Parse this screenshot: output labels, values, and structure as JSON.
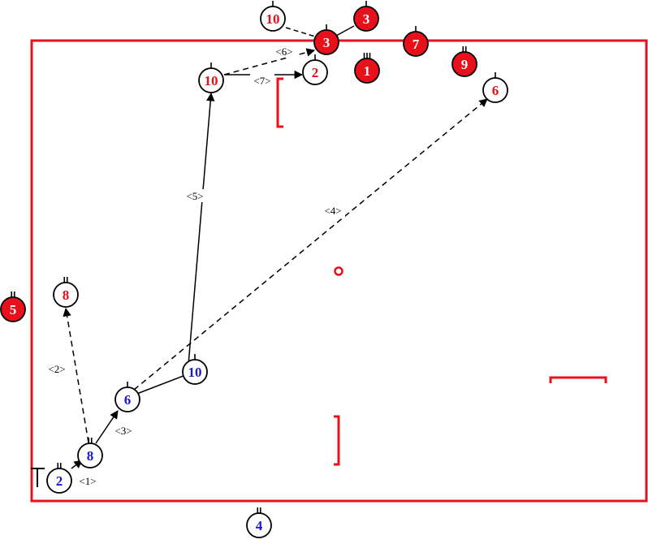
{
  "colors": {
    "red": "#e8101a",
    "blue": "#1a1ac8",
    "line": "#000000",
    "white": "#ffffff"
  },
  "players": [
    {
      "id": "red-10-top",
      "number": "10",
      "style": "outline-red"
    },
    {
      "id": "red-3-top",
      "number": "3",
      "style": "filled-red"
    },
    {
      "id": "red-3-on-line",
      "number": "3",
      "style": "filled-red"
    },
    {
      "id": "red-7",
      "number": "7",
      "style": "filled-red"
    },
    {
      "id": "red-9",
      "number": "9",
      "style": "filled-red"
    },
    {
      "id": "red-1",
      "number": "1",
      "style": "filled-red"
    },
    {
      "id": "red-2",
      "number": "2",
      "style": "outline-red"
    },
    {
      "id": "red-10-mid",
      "number": "10",
      "style": "outline-red"
    },
    {
      "id": "red-6",
      "number": "6",
      "style": "outline-red"
    },
    {
      "id": "red-8",
      "number": "8",
      "style": "outline-red"
    },
    {
      "id": "red-5",
      "number": "5",
      "style": "filled-red"
    },
    {
      "id": "blue-10",
      "number": "10",
      "style": "outline-blue"
    },
    {
      "id": "blue-6",
      "number": "6",
      "style": "outline-blue"
    },
    {
      "id": "blue-8",
      "number": "8",
      "style": "outline-blue"
    },
    {
      "id": "blue-2",
      "number": "2",
      "style": "outline-blue"
    },
    {
      "id": "blue-4",
      "number": "4",
      "style": "outline-blue"
    }
  ],
  "moves": [
    {
      "label": "<1>",
      "kind": "pass"
    },
    {
      "label": "<2>",
      "kind": "run"
    },
    {
      "label": "<3>",
      "kind": "pass"
    },
    {
      "label": "<4>",
      "kind": "run"
    },
    {
      "label": "<5>",
      "kind": "pass"
    },
    {
      "label": "<6>",
      "kind": "run"
    },
    {
      "label": "<7>",
      "kind": "pass"
    }
  ]
}
